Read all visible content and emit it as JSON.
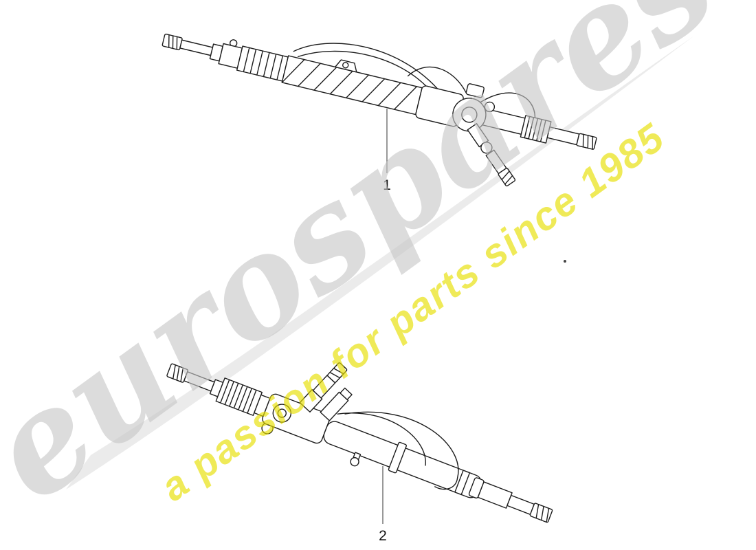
{
  "page": {
    "background_color": "#ffffff"
  },
  "watermark": {
    "brand": "eurospares",
    "tagline": "a passion for parts since 1985",
    "brand_color": "#c6c6c6",
    "tagline_color": "#e8df00",
    "swoosh_color": "#d8d8d8"
  },
  "diagram": {
    "line_color": "#1c1c1c",
    "callouts": [
      {
        "label": "1"
      },
      {
        "label": "2"
      }
    ]
  }
}
